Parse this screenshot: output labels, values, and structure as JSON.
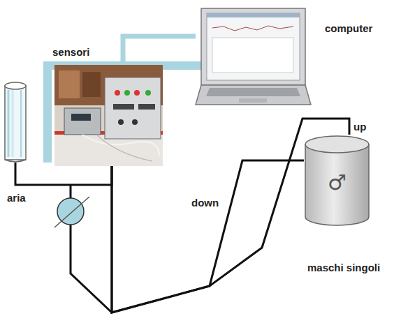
{
  "diagram": {
    "nodes": [
      {
        "text": [
          "sensori"
        ]
      },
      {
        "text": [
          "computer"
        ]
      },
      {
        "text": [
          "aria"
        ]
      },
      {
        "text": [
          "♂",
          "maschi singoli"
        ]
      }
    ],
    "edges": [
      {
        "from": 0,
        "to": 1,
        "arrow": "none"
      },
      {
        "from": 2,
        "to": 0,
        "arrow": "none"
      },
      {
        "from": 0,
        "to": 3,
        "label": "down",
        "arrow": "none"
      },
      {
        "from": 0,
        "to": 3,
        "label": "up",
        "arrow": "none"
      }
    ]
  }
}
